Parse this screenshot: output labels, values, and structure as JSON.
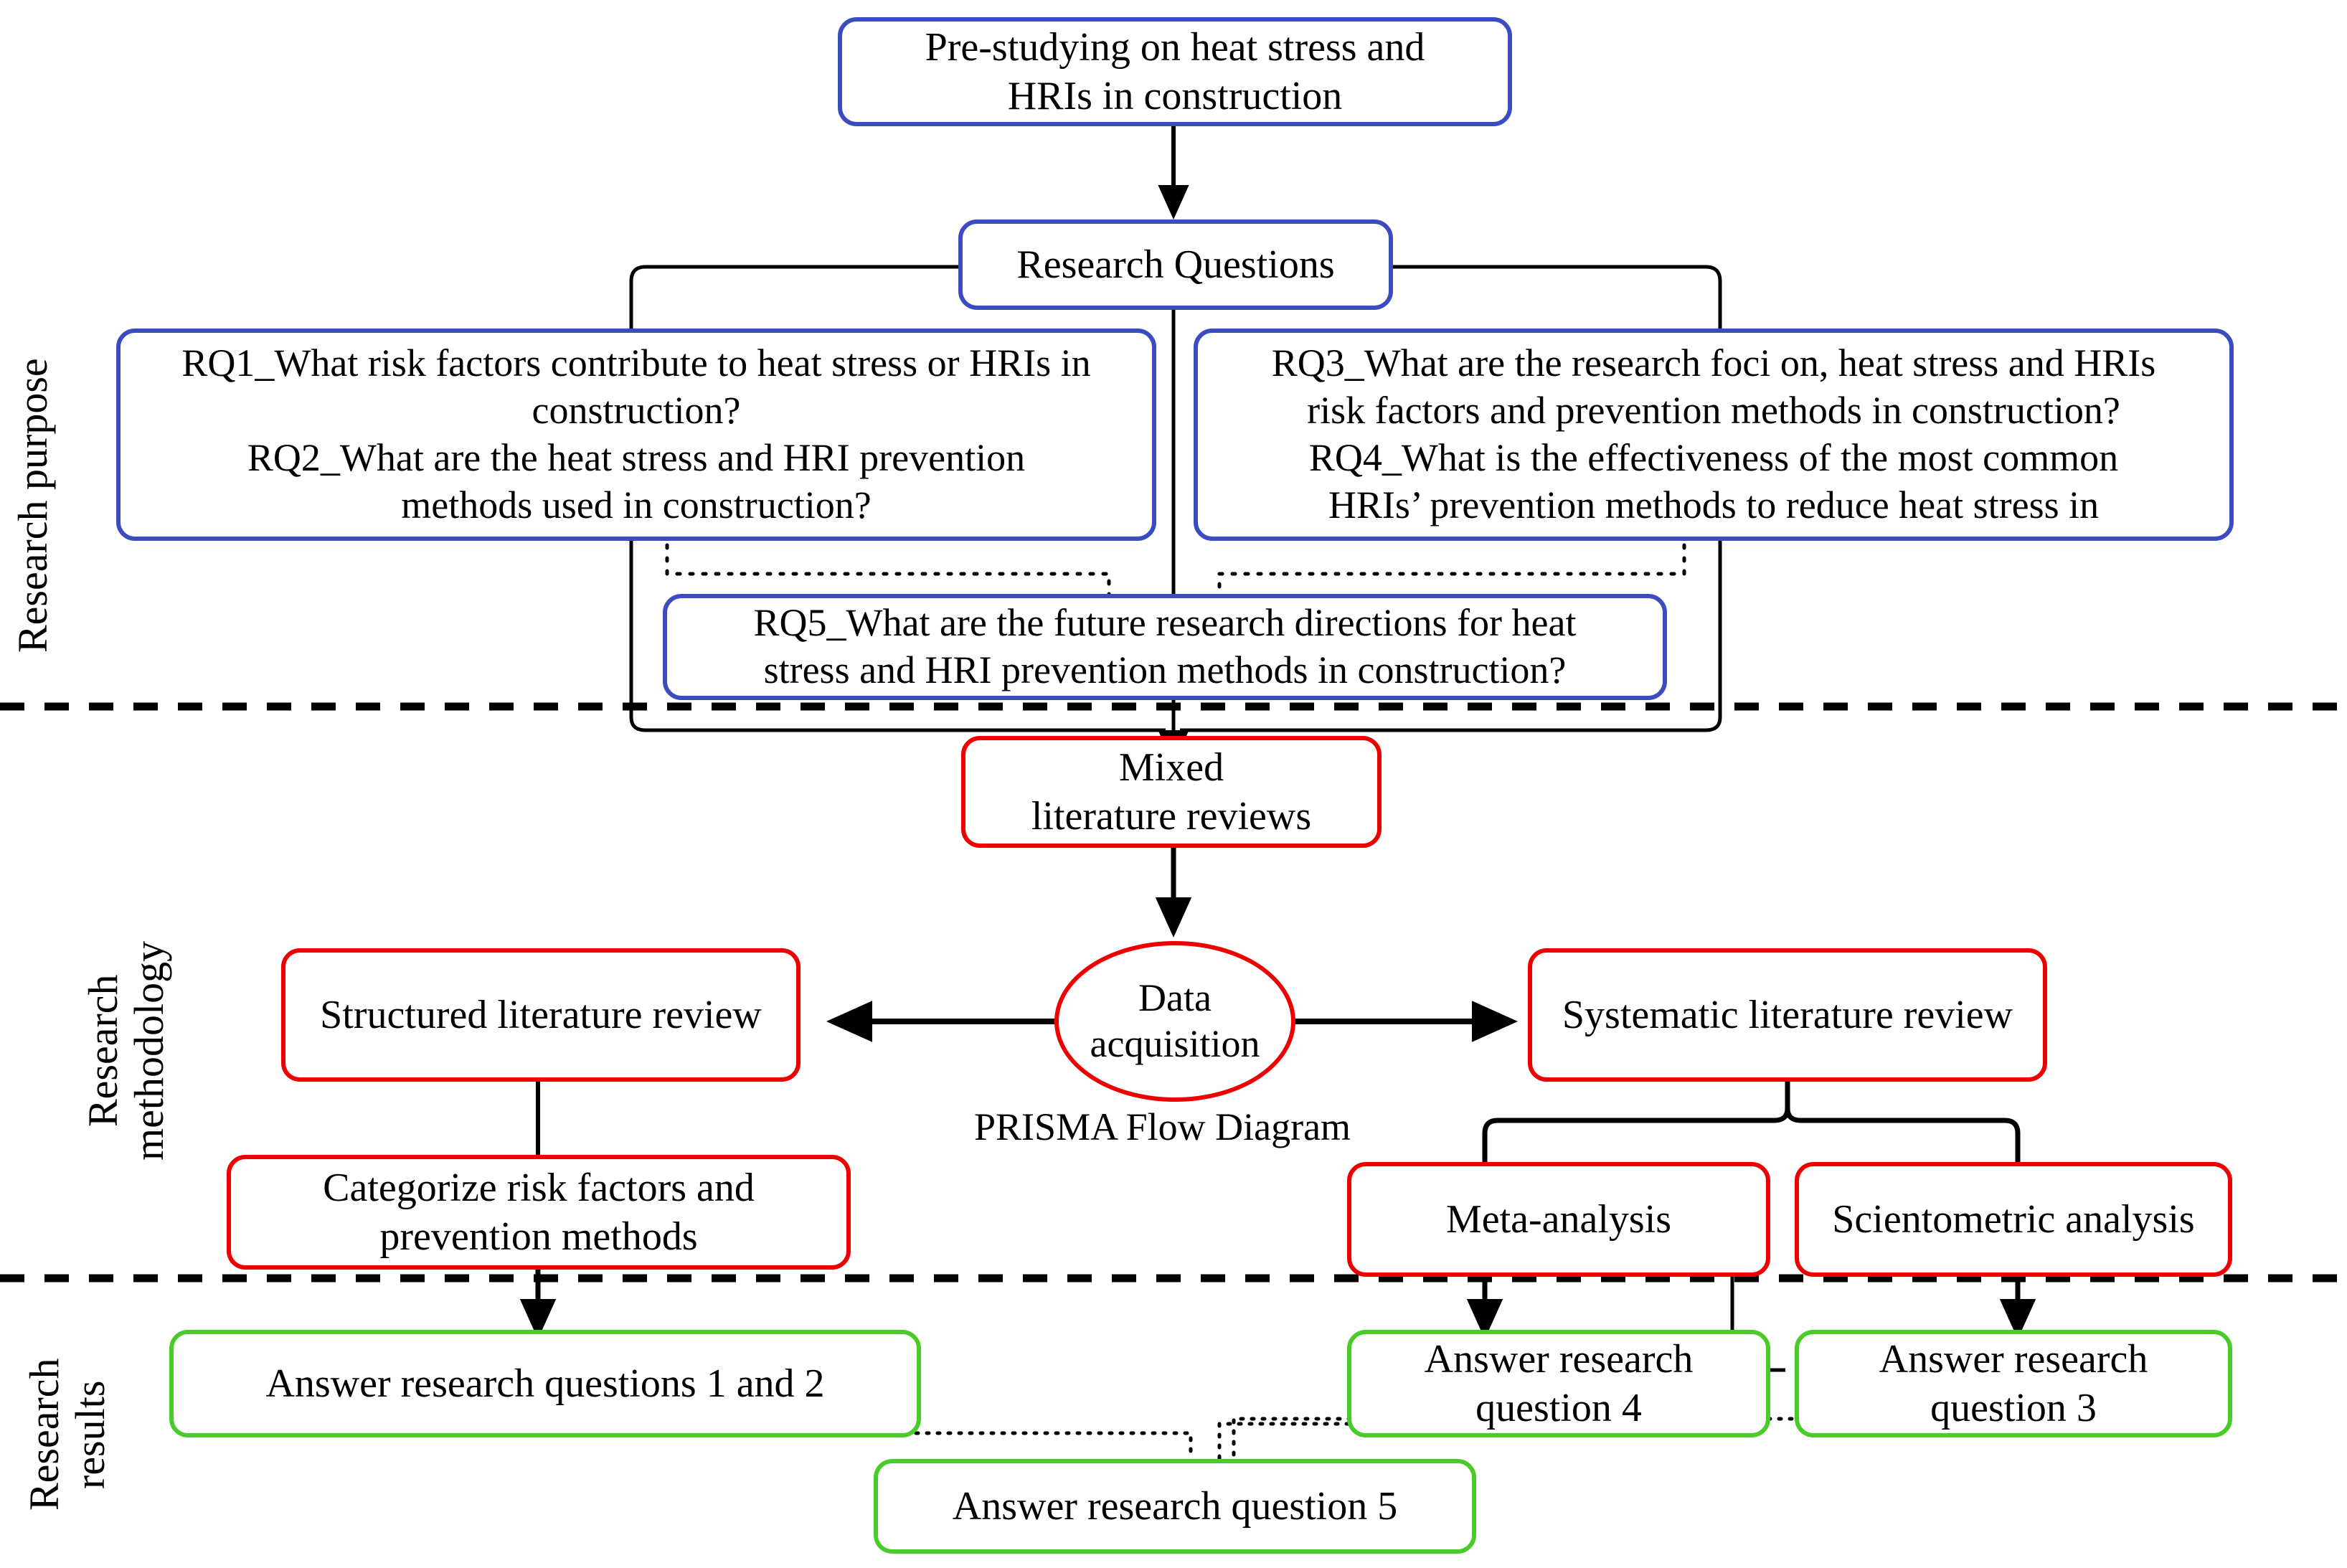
{
  "diagram": {
    "title": "Research framework flowchart for heat stress and HRIs in construction",
    "colors": {
      "purpose_border": "#3b4cc0",
      "methodology_border": "#ee0000",
      "results_border": "#49cc29",
      "connector": "#000000"
    }
  },
  "sections": [
    {
      "id": "purpose",
      "label": "Research purpose"
    },
    {
      "id": "methodology",
      "label": "Research\nmethodology"
    },
    {
      "id": "results",
      "label": "Research\nresults"
    }
  ],
  "nodes": {
    "pre_study": {
      "label": "Pre-studying on heat stress and\nHRIs in construction"
    },
    "research_questions": {
      "label": "Research Questions"
    },
    "rq_left": {
      "label": "RQ1_What risk factors contribute to heat stress or HRIs in\nconstruction?\nRQ2_What are the heat stress and HRI prevention\nmethods used in construction?"
    },
    "rq_right": {
      "label": "RQ3_What are the research foci on, heat stress and HRIs\nrisk factors and prevention methods in construction?\nRQ4_What is the effectiveness of the most common\nHRIs’ prevention methods to reduce heat stress in"
    },
    "rq5": {
      "label": "RQ5_What are the future research directions for heat\nstress and HRI prevention methods in construction?"
    },
    "mixed_reviews": {
      "label": "Mixed\nliterature reviews"
    },
    "data_acquisition": {
      "label": "Data\nacquisition"
    },
    "prisma_caption": {
      "label": "PRISMA Flow Diagram"
    },
    "structured_review": {
      "label": "Structured literature review"
    },
    "systematic_review": {
      "label": "Systematic literature review"
    },
    "categorize": {
      "label": "Categorize risk factors and\nprevention methods"
    },
    "meta_analysis": {
      "label": "Meta-analysis"
    },
    "scientometric_analysis": {
      "label": "Scientometric analysis"
    },
    "answer_q12": {
      "label": "Answer research questions 1 and 2"
    },
    "answer_q4": {
      "label": "Answer research\nquestion 4"
    },
    "answer_q3": {
      "label": "Answer research\nquestion 3"
    },
    "answer_q5": {
      "label": "Answer research question 5"
    }
  }
}
